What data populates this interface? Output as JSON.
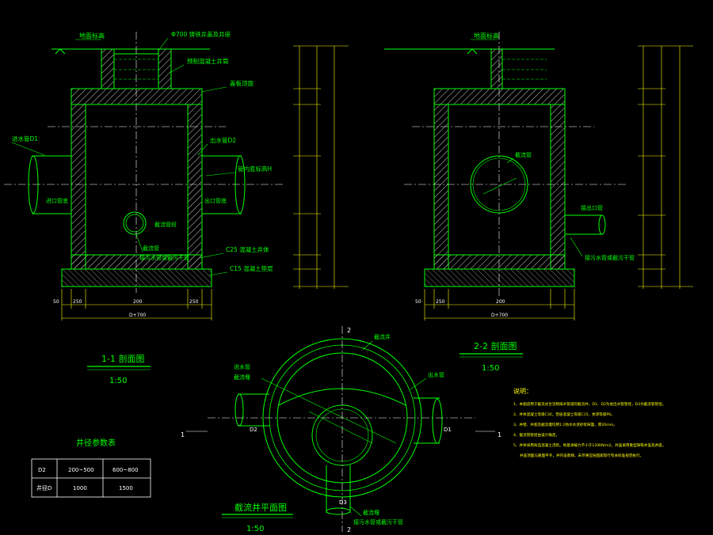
{
  "colors": {
    "background": "#000000",
    "structure": "#00ff00",
    "dimension": "#ffff00",
    "centerline": "#ffffff",
    "hatch": "#c0c0c0",
    "text": "#ffffff",
    "label": "#00ff00",
    "title": "#00ff00",
    "notes": "#ffff00"
  },
  "section11": {
    "title": "1-1 剖面图",
    "scale": "1:50",
    "labels": {
      "ground": "地面标高",
      "cover": "Φ700 铸铁井盖及井座",
      "neck": "预制混凝土井筒",
      "slab": "盖板顶面",
      "inlet_pipe": "进水管D1",
      "outlet_pipe": "出水管D2",
      "bottom_elev": "管内底标高H",
      "inlet_invert": "进口管底",
      "outlet_invert": "出口管底",
      "flow_section": "截流管段",
      "flow_pipe": "截流管",
      "sewer": "接污水管或截污干管",
      "c25": "C25 混凝土井体",
      "c15": "C15 混凝土垫层"
    },
    "dims": {
      "a": "50",
      "b": "250",
      "c": "200",
      "d": "250",
      "total": "D+700"
    }
  },
  "section22": {
    "title": "2-2 剖面图",
    "scale": "1:50",
    "labels": {
      "ground": "地面标高",
      "weir_pipe": "截流管",
      "outfall": "接出口管",
      "sewer": "接污水管或截污干管"
    },
    "dims": {
      "a": "50",
      "b": "250",
      "c": "200",
      "total": "D+700"
    }
  },
  "plan": {
    "title": "截流井平面图",
    "scale": "1:50",
    "labels": {
      "wall": "截流井",
      "inlet": "进水管",
      "inner_wall": "截流堰",
      "outlet": "出水管",
      "d1": "D1",
      "d2": "D2",
      "d3": "D3",
      "weir": "截流堰",
      "sewer": "接污水管或截污干管",
      "sec1": "1",
      "sec2": "2"
    }
  },
  "table": {
    "title": "井径参数表",
    "rows": [
      [
        "D2",
        "200~500",
        "600~800"
      ],
      [
        "井径D",
        "1000",
        "1500"
      ]
    ]
  },
  "notes": {
    "title": "说明：",
    "items": [
      "1、本图适用于截流式合流制排水管道的截流井，D1、D2为进出水管管径，D3为截流管管径。",
      "2、井体混凝土等级C30，垫层混凝土等级C15，抗渗等级P6。",
      "3、井壁、井底及截流堰均用1:2防水水泥砂浆抹面，厚20mm。",
      "4、截流管管径由设计确定。",
      "5、井体采用商品混凝土浇筑，地基承载力不小于120KN/m2，井盖采用重型铸铁井盖及井座，",
      "井盖顶面与路面平齐，井内设爬梯，未尽事宜按国家现行有关标准规范执行。"
    ]
  }
}
